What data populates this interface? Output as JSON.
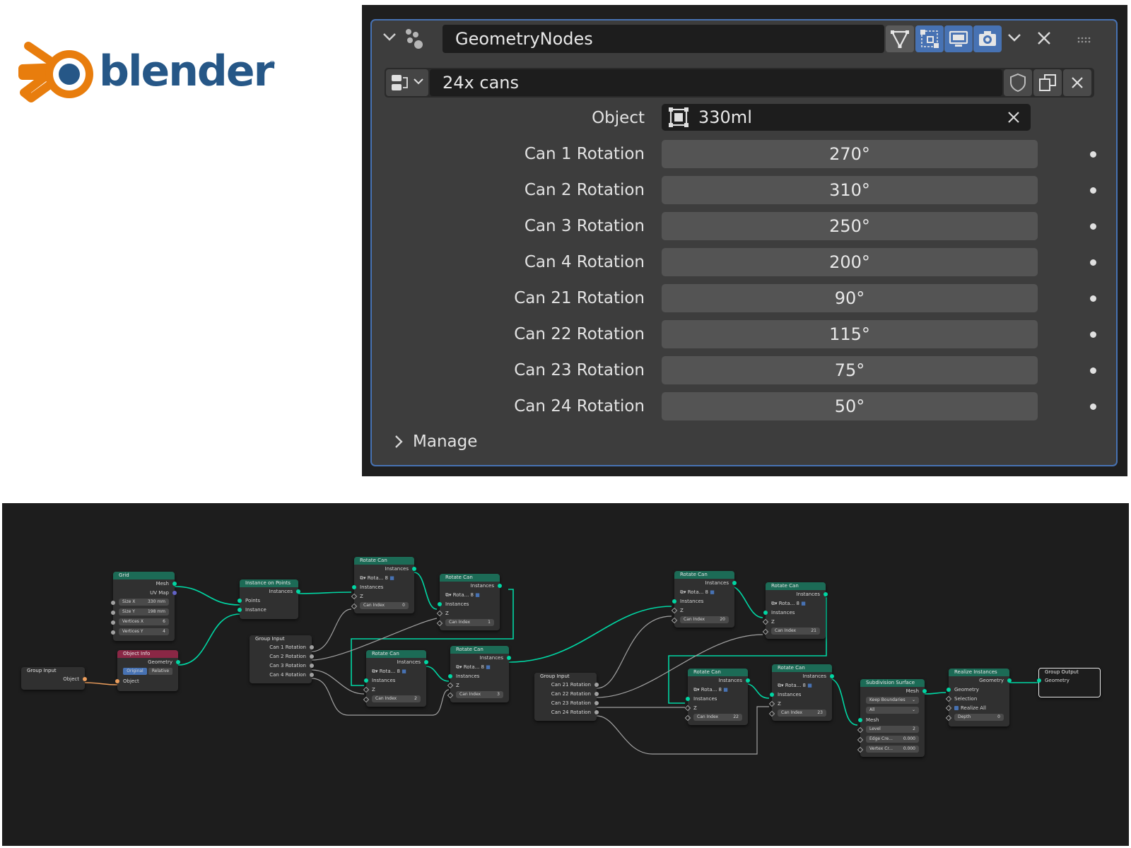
{
  "logo": {
    "wordmark": "blender",
    "reg": "®"
  },
  "modifier": {
    "name": "GeometryNodes",
    "node_group": "24x cans",
    "object_label": "Object",
    "object_value": "330ml",
    "properties": [
      {
        "label": "Can 1 Rotation",
        "value": "270°"
      },
      {
        "label": "Can 2 Rotation",
        "value": "310°"
      },
      {
        "label": "Can 3 Rotation",
        "value": "250°"
      },
      {
        "label": "Can 4 Rotation",
        "value": "200°"
      },
      {
        "label": "Can 21 Rotation",
        "value": "90°"
      },
      {
        "label": "Can 22 Rotation",
        "value": "115°"
      },
      {
        "label": "Can 23 Rotation",
        "value": "75°"
      },
      {
        "label": "Can 24 Rotation",
        "value": "50°"
      }
    ],
    "manage_label": "Manage"
  },
  "colors": {
    "accent": "#4772b3",
    "panel_bg": "#3d3d3d",
    "geometry_socket": "#00d6a3",
    "object_socket": "#ed9e5c",
    "geometry_header": "#1c6b56",
    "object_header": "#8a2745",
    "logo_orange": "#e87d0d",
    "logo_blue": "#265787"
  },
  "nodes": {
    "grid": {
      "title": "Grid",
      "outputs": [
        "Mesh",
        "UV Map"
      ],
      "fields": [
        {
          "label": "Size X",
          "value": "330 mm"
        },
        {
          "label": "Size Y",
          "value": "198 mm"
        },
        {
          "label": "Vertices X",
          "value": "6"
        },
        {
          "label": "Vertices Y",
          "value": "4"
        }
      ]
    },
    "object_info": {
      "title": "Object Info",
      "output": "Geometry",
      "toggle": [
        "Original",
        "Relative"
      ],
      "input": "Object"
    },
    "group_input_a": {
      "title": "Group Input",
      "output": "Object"
    },
    "instance_on_points": {
      "title": "Instance on Points",
      "output": "Instances",
      "inputs": [
        "Points",
        "Instance"
      ]
    },
    "group_input_b": {
      "title": "Group Input",
      "outputs": [
        "Can 1 Rotation",
        "Can 2 Rotation",
        "Can 3 Rotation",
        "Can 4 Rotation"
      ]
    },
    "group_input_c": {
      "title": "Group Input",
      "outputs": [
        "Can 21 Rotation",
        "Can 22 Rotation",
        "Can 23 Rotation",
        "Can 24 Rotation"
      ]
    },
    "rotate_can": {
      "title": "Rotate Can",
      "output": "Instances",
      "group_short": "Rota...",
      "users": "8",
      "inputs": [
        "Instances",
        "Z"
      ],
      "index_label": "Can Index"
    },
    "rotate_can_indices": [
      "0",
      "1",
      "2",
      "3",
      "20",
      "21",
      "22",
      "23"
    ],
    "subdivision": {
      "title": "Subdivision Surface",
      "output": "Mesh",
      "keep_label": "Keep Boundaries",
      "all_label": "All",
      "input": "Mesh",
      "fields": [
        {
          "label": "Level",
          "value": "2"
        },
        {
          "label": "Edge Cre...",
          "value": "0.000"
        },
        {
          "label": "Vertex Cr...",
          "value": "0.000"
        }
      ]
    },
    "realize": {
      "title": "Realize Instances",
      "output": "Geometry",
      "inputs": [
        "Geometry",
        "Selection"
      ],
      "realize_all": "Realize All",
      "depth_label": "Depth",
      "depth_value": "0"
    },
    "group_output": {
      "title": "Group Output",
      "input": "Geometry"
    }
  }
}
